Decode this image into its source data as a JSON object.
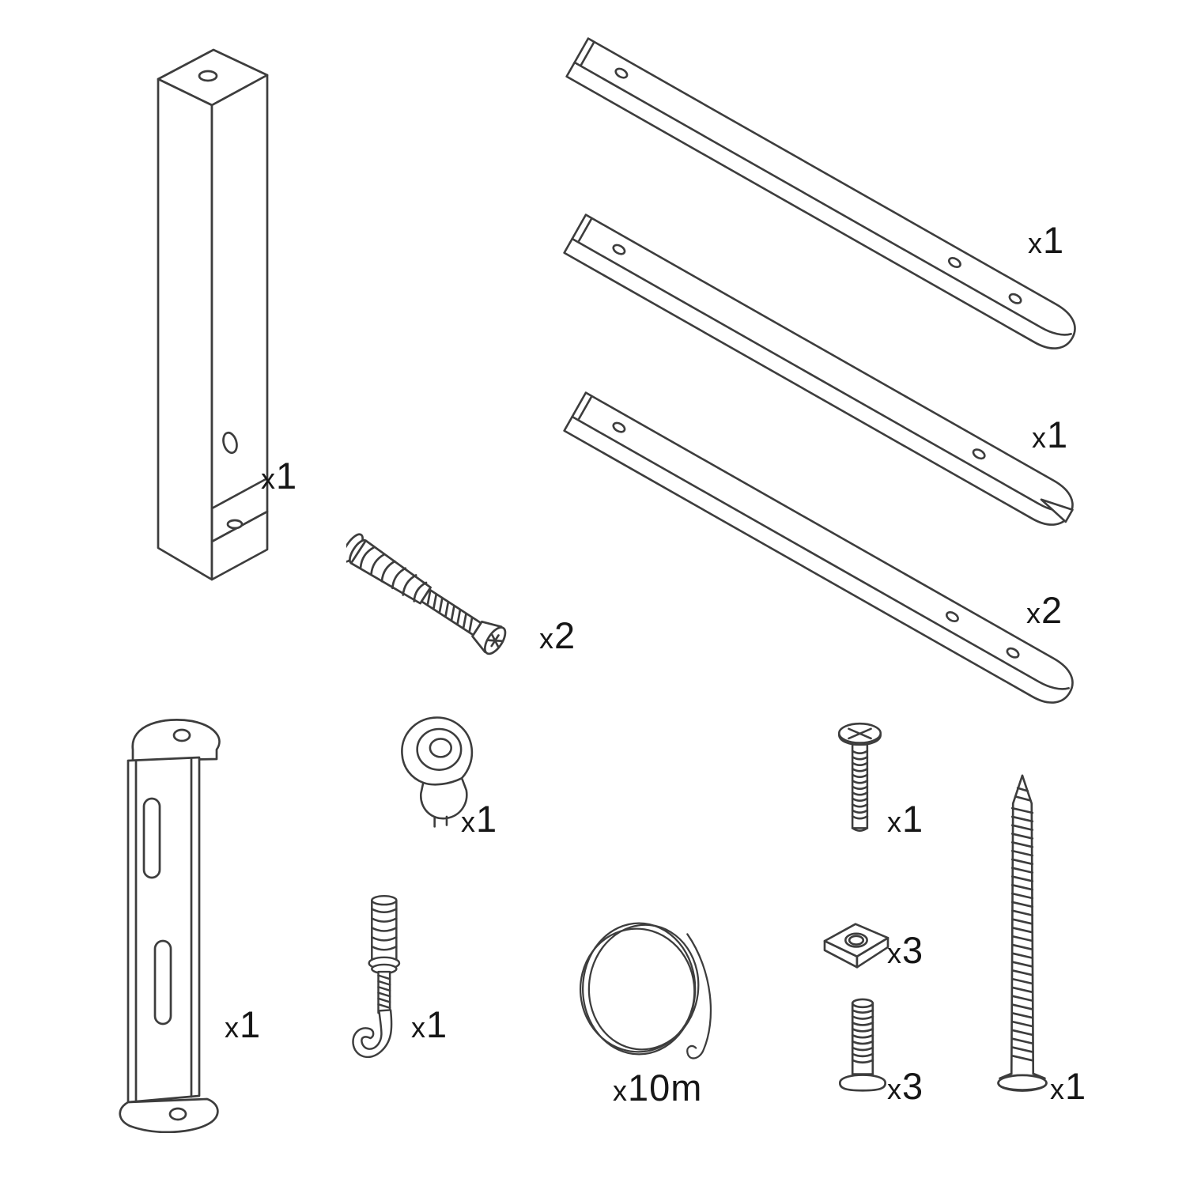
{
  "diagram": {
    "background": "#ffffff",
    "line_color": "#3d3d3d"
  },
  "parts": [
    {
      "name": "square-post",
      "qty_prefix": "x",
      "qty_value": "1"
    },
    {
      "name": "rail-top",
      "qty_prefix": "x",
      "qty_value": "1"
    },
    {
      "name": "rail-slotted",
      "qty_prefix": "x",
      "qty_value": "1"
    },
    {
      "name": "rail-double",
      "qty_prefix": "x",
      "qty_value": "2"
    },
    {
      "name": "wall-plug-screw",
      "qty_prefix": "x",
      "qty_value": "2"
    },
    {
      "name": "wall-bracket",
      "qty_prefix": "x",
      "qty_value": "1"
    },
    {
      "name": "grommet-holder",
      "qty_prefix": "x",
      "qty_value": "1"
    },
    {
      "name": "ceiling-hook-plug",
      "qty_prefix": "x",
      "qty_value": "1"
    },
    {
      "name": "steel-wire",
      "qty_prefix": "x",
      "qty_value": "10m"
    },
    {
      "name": "machine-bolt",
      "qty_prefix": "x",
      "qty_value": "1"
    },
    {
      "name": "square-nut",
      "qty_prefix": "x",
      "qty_value": "3"
    },
    {
      "name": "connector-bolt",
      "qty_prefix": "x",
      "qty_value": "3"
    },
    {
      "name": "wood-screw",
      "qty_prefix": "x",
      "qty_value": "1"
    }
  ]
}
